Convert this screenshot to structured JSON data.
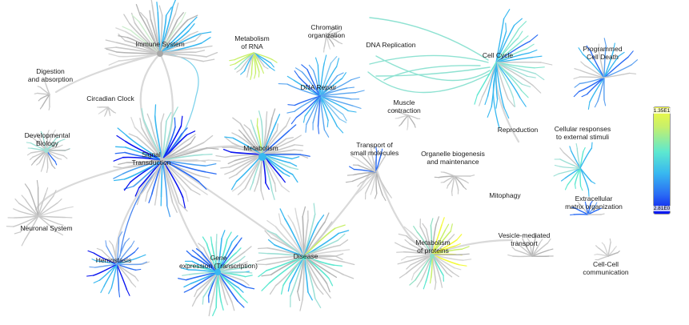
{
  "pathways": [
    {
      "label": "Immune System"
    },
    {
      "label": "Metabolism\nof RNA"
    },
    {
      "label": "Chromatin\norganization"
    },
    {
      "label": "DNA Replication"
    },
    {
      "label": "Cell Cycle"
    },
    {
      "label": "Programmed\nCell Death"
    },
    {
      "label": "Digestion\nand absorption"
    },
    {
      "label": "DNA Repair"
    },
    {
      "label": "Circadian Clock"
    },
    {
      "label": "Muscle\ncontraction"
    },
    {
      "label": "Reproduction"
    },
    {
      "label": "Cellular responses\nto external stimuli"
    },
    {
      "label": "Developmental\nBiology"
    },
    {
      "label": "Signal\nTransduction"
    },
    {
      "label": "Metabolism"
    },
    {
      "label": "Transport of\nsmall molecules"
    },
    {
      "label": "Organelle biogenesis\nand maintenance"
    },
    {
      "label": "Mitophagy"
    },
    {
      "label": "Extracellular\nmatrix organization"
    },
    {
      "label": "Neuronal System"
    },
    {
      "label": "Metabolism\nof proteins"
    },
    {
      "label": "Vesicle-mediated\ntransport"
    },
    {
      "label": "Hemostasis"
    },
    {
      "label": "Gene\nexpression (Transcription)"
    },
    {
      "label": "Disease"
    },
    {
      "label": "Cell-Cell\ncommunication"
    }
  ],
  "legend": {
    "max": "1.35E1",
    "min": "2.81E0"
  },
  "colors": {
    "unmapped": "#c8c8c8",
    "scale": [
      "#0a14f0",
      "#2a6cf4",
      "#38b8f0",
      "#5de8d0",
      "#c8f06a",
      "#f4fa3c"
    ]
  }
}
